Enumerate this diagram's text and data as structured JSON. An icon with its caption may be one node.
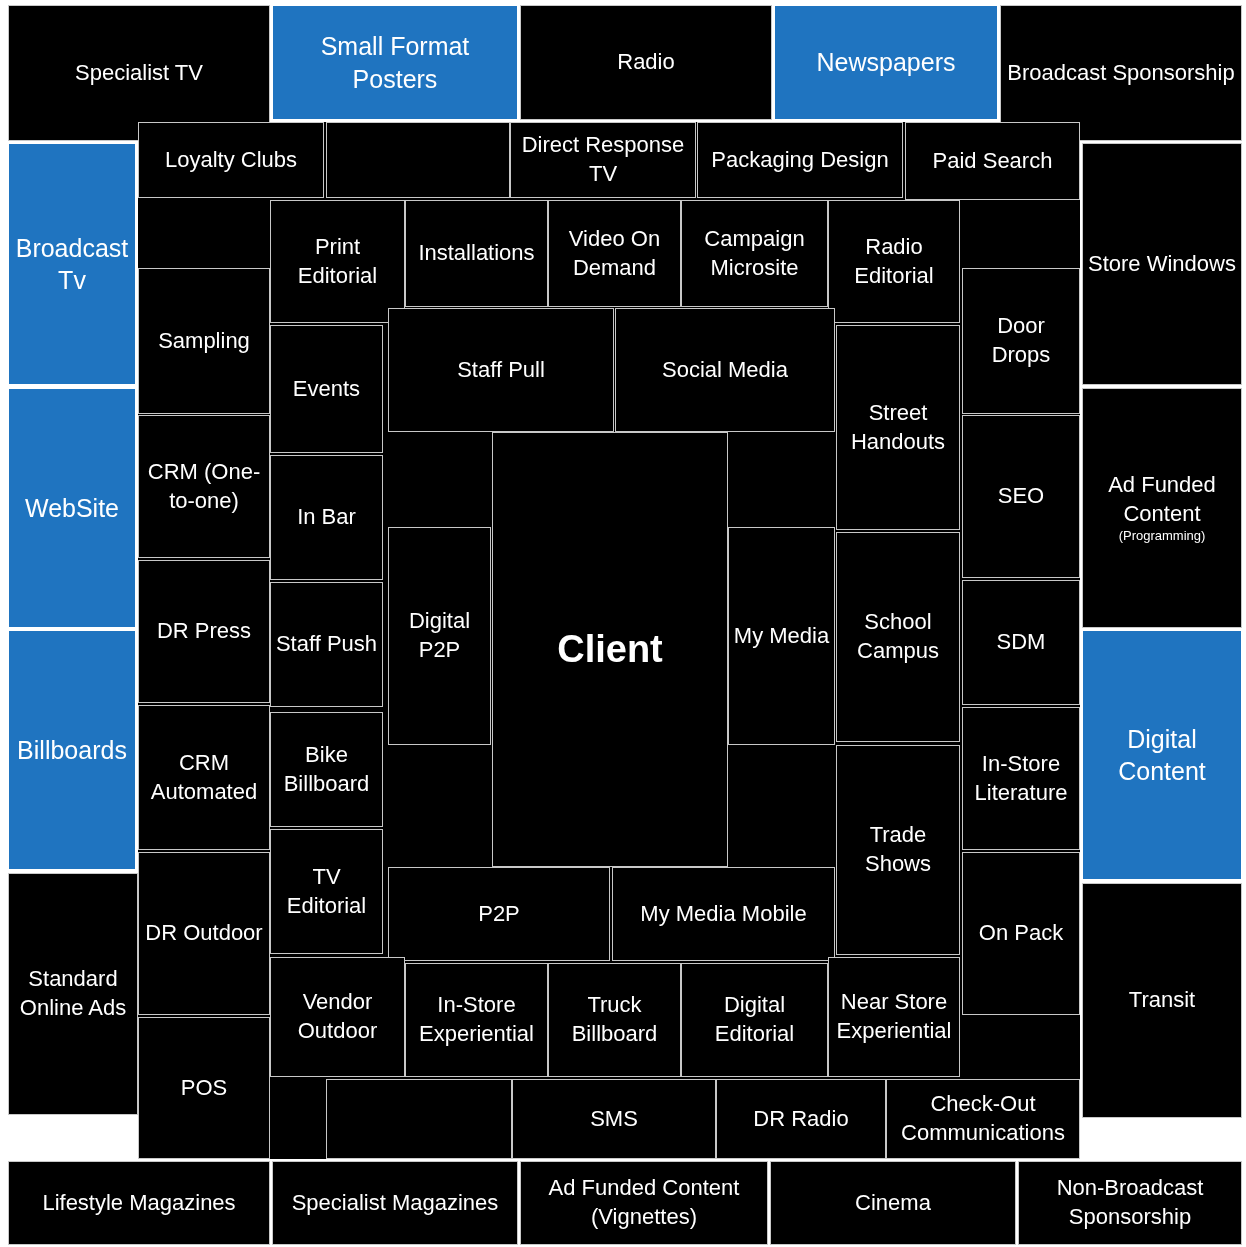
{
  "diagram": {
    "nodes": [
      {
        "text": [
          "Specialist TV"
        ]
      },
      {
        "text": [
          "Small Format Posters"
        ]
      },
      {
        "text": [
          "Radio"
        ]
      },
      {
        "text": [
          "Newspapers"
        ]
      },
      {
        "text": [
          "Broadcast Sponsorship"
        ]
      },
      {
        "text": [
          "Loyalty Clubs"
        ]
      },
      {
        "text": [],
        "shape": "box"
      },
      {
        "text": [
          "Direct Response TV"
        ]
      },
      {
        "text": [
          "Packaging Design"
        ]
      },
      {
        "text": [
          "Paid Search"
        ]
      },
      {
        "text": [
          "Store Windows"
        ]
      },
      {
        "text": [
          "Broadcast Tv"
        ]
      },
      {
        "text": [
          "Sampling"
        ]
      },
      {
        "text": [
          "Print Editorial"
        ]
      },
      {
        "text": [
          "Installations"
        ]
      },
      {
        "text": [
          "Video On Demand"
        ]
      },
      {
        "text": [
          "Campaign Microsite"
        ]
      },
      {
        "text": [
          "Radio Editorial"
        ]
      },
      {
        "text": [
          "Door Drops"
        ]
      },
      {
        "text": [
          "Events"
        ]
      },
      {
        "text": [
          "Staff Pull"
        ]
      },
      {
        "text": [
          "Social Media"
        ]
      },
      {
        "text": [
          "Street Handouts"
        ]
      },
      {
        "text": [
          "SEO"
        ]
      },
      {
        "text": [
          "WebSite"
        ]
      },
      {
        "text": [
          "CRM (One-to-one)"
        ]
      },
      {
        "text": [
          "In Bar"
        ]
      },
      {
        "text": [
          "Ad Funded Content",
          "(Programming)"
        ]
      },
      {
        "text": [
          "Client"
        ]
      },
      {
        "text": [
          "Digital P2P"
        ]
      },
      {
        "text": [
          "My Media"
        ]
      },
      {
        "text": [
          "School Campus"
        ]
      },
      {
        "text": [
          "SDM"
        ]
      },
      {
        "text": [
          "DR Press"
        ]
      },
      {
        "text": [
          "Staff Push"
        ]
      },
      {
        "text": [
          "Billboards"
        ]
      },
      {
        "text": [
          "Digital Content"
        ]
      },
      {
        "text": [
          "CRM Automated"
        ]
      },
      {
        "text": [
          "Bike Billboard"
        ]
      },
      {
        "text": [
          "In-Store Literature"
        ]
      },
      {
        "text": [
          "Trade Shows"
        ]
      },
      {
        "text": [
          "P2P"
        ]
      },
      {
        "text": [
          "My Media Mobile"
        ]
      },
      {
        "text": [
          "TV Editorial"
        ]
      },
      {
        "text": [
          "DR Outdoor"
        ]
      },
      {
        "text": [
          "On Pack"
        ]
      },
      {
        "text": [
          "Standard Online Ads"
        ]
      },
      {
        "text": [
          "Transit"
        ]
      },
      {
        "text": [
          "Vendor Outdoor"
        ]
      },
      {
        "text": [
          "In-Store Experiential"
        ]
      },
      {
        "text": [
          "Truck Billboard"
        ]
      },
      {
        "text": [
          "Digital Editorial"
        ]
      },
      {
        "text": [
          "Near Store Experiential"
        ]
      },
      {
        "text": [
          "POS"
        ]
      },
      {
        "text": [],
        "shape": "box"
      },
      {
        "text": [
          "SMS"
        ]
      },
      {
        "text": [
          "DR Radio"
        ]
      },
      {
        "text": [
          "Check-Out Communications"
        ]
      },
      {
        "text": [
          "Lifestyle Magazines"
        ]
      },
      {
        "text": [
          "Specialist Magazines"
        ]
      },
      {
        "text": [
          "Ad Funded Content (Vignettes)"
        ]
      },
      {
        "text": [
          "Cinema"
        ]
      },
      {
        "text": [
          "Non-Broadcast Sponsorship"
        ]
      }
    ]
  }
}
